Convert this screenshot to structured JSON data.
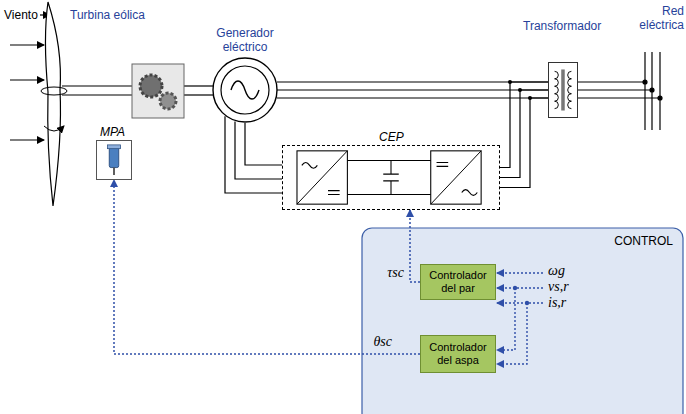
{
  "diagram": {
    "nodes": [
      {
        "text": [
          "CONTROL"
        ]
      },
      {
        "text": [
          "Controlador del par"
        ],
        "in": 0
      },
      {
        "text": [
          "Controlador del aspa"
        ],
        "in": 0
      },
      {
        "text": [
          "CEP"
        ]
      },
      {
        "text": [
          "MPA"
        ]
      },
      {
        "text": [
          "Generador eléctrico"
        ]
      },
      {
        "text": [
          "Transformador"
        ]
      }
    ],
    "edges": [
      {
        "from": 1,
        "to": 3,
        "arrow": "to",
        "label": "τsc"
      },
      {
        "from": 2,
        "to": 4,
        "arrow": "to",
        "label": "θsc"
      },
      {
        "from": 5,
        "to": 3,
        "arrow": "none"
      },
      {
        "from": 5,
        "to": 6,
        "arrow": "none"
      },
      {
        "from": 3,
        "to": 6,
        "arrow": "none"
      }
    ],
    "labels": [
      "Viento",
      "Turbina eólica",
      "Red eléctrica",
      "ωg",
      "vs,r",
      "is,r"
    ]
  }
}
